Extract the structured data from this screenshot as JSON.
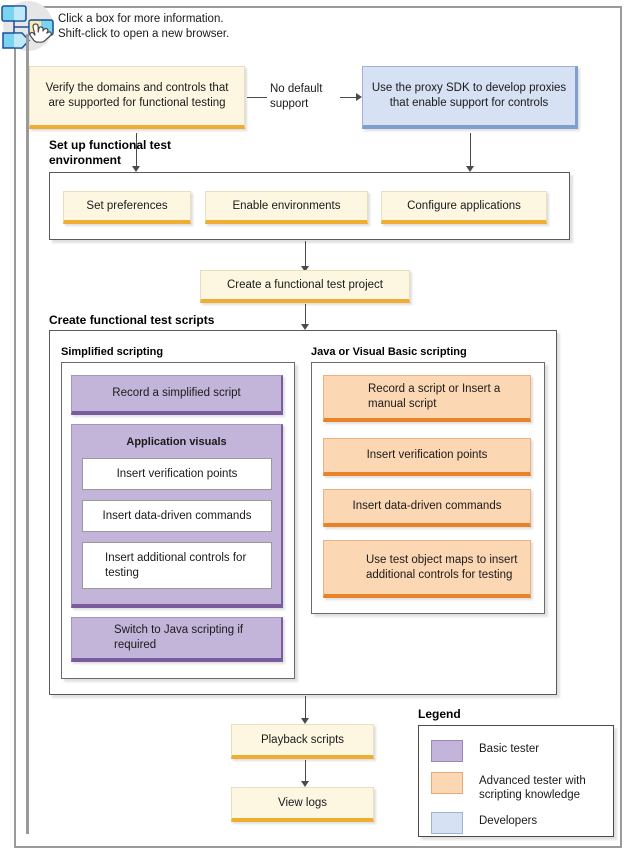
{
  "hint": {
    "icon": "flowchart-pointer-icon",
    "line1": "Click a box for more information.",
    "line2": "Shift-click to open a new browser."
  },
  "nodes": {
    "verify_domains": "Verify the domains and controls that are supported for functional testing",
    "proxy_sdk": "Use the proxy SDK to develop proxies that enable support for controls",
    "create_project": "Create a functional test project",
    "playback_scripts": "Playback scripts",
    "view_logs": "View logs"
  },
  "edges": {
    "no_default_support": "No default support"
  },
  "sections": {
    "setup_env": {
      "title": "Set up functional test environment",
      "items": [
        "Set preferences",
        "Enable environments",
        "Configure applications"
      ]
    },
    "create_scripts": {
      "title": "Create functional test scripts",
      "simplified": {
        "title": "Simplified scripting",
        "record": "Record a simplified script",
        "app_visuals": {
          "title": "Application visuals",
          "items": [
            "Insert verification points",
            "Insert data-driven commands",
            "Insert additional controls for testing"
          ]
        },
        "switch_java": "Switch to Java scripting if required"
      },
      "java_vb": {
        "title": "Java or Visual Basic scripting",
        "items": [
          "Record a script or Insert a manual script",
          "Insert verification points",
          "Insert data-driven commands",
          "Use test object maps to insert additional controls for testing"
        ]
      }
    }
  },
  "legend": {
    "title": "Legend",
    "entries": [
      {
        "label": "Basic tester",
        "color": "#c3b5da"
      },
      {
        "label": "Advanced tester with scripting knowledge",
        "color": "#fcd7b4"
      },
      {
        "label": "Developers",
        "color": "#d6e2f4"
      }
    ]
  },
  "colors": {
    "yellow_fill": "#fdf6e0",
    "yellow_accent": "#f0ad33",
    "purple_fill": "#c3b5da",
    "purple_accent": "#7a5ba0",
    "orange_fill": "#fcd7b4",
    "orange_accent": "#e8832a",
    "blue_fill": "#d6e2f4",
    "blue_accent": "#7f9fcf",
    "line": "#4a4a4a",
    "frame": "#9a9a9a"
  }
}
